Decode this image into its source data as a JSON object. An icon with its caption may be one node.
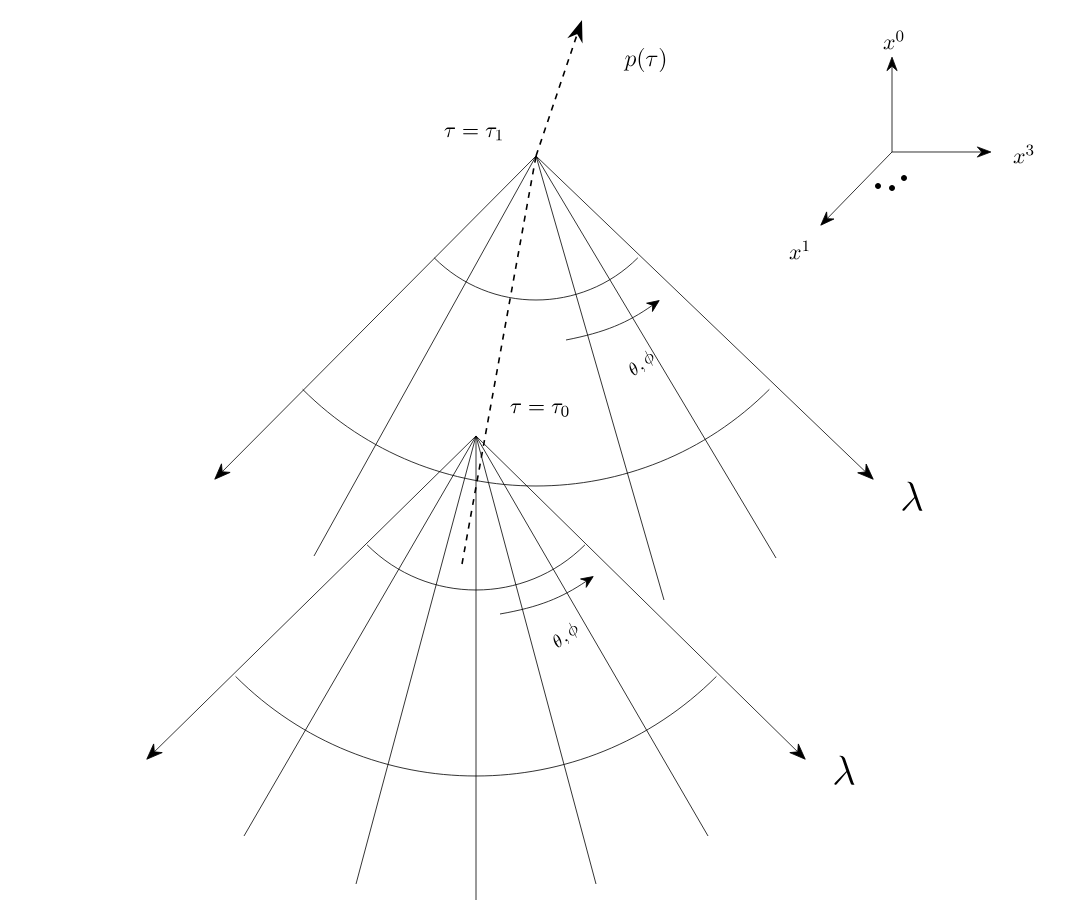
{
  "diagram": {
    "labels": [
      "p(\\tau)",
      "\\tau = \\tau_1",
      "x^0",
      "x^3",
      "x^1",
      "\\theta, \\phi",
      "\\tau = \\tau_0",
      "\\lambda",
      "\\theta, \\phi",
      "\\lambda"
    ]
  }
}
